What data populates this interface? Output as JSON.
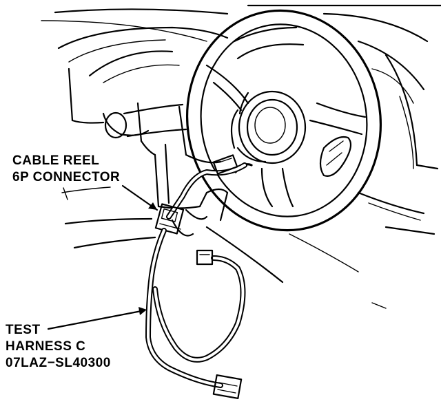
{
  "labels": {
    "cable_reel_line1": "CABLE REEL",
    "cable_reel_line2": "6P CONNECTOR",
    "test_harness_line1": "TEST",
    "test_harness_line2": "HARNESS C",
    "test_harness_line3": "07LAZ−SL40300"
  },
  "colors": {
    "ink": "#000000",
    "paper": "#ffffff"
  }
}
